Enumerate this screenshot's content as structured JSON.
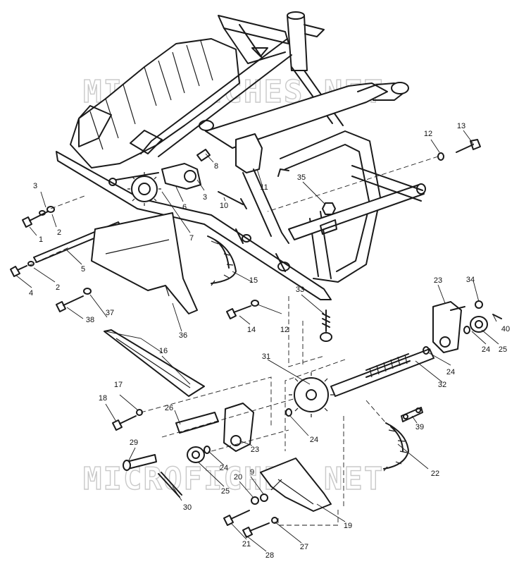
{
  "watermark": {
    "text": "MICROFICHES.NET",
    "color": "#c9c9c9"
  },
  "callouts": [
    {
      "id": "c1",
      "label": "1"
    },
    {
      "id": "c2a",
      "label": "2"
    },
    {
      "id": "c2b",
      "label": "2"
    },
    {
      "id": "c3a",
      "label": "3"
    },
    {
      "id": "c3b",
      "label": "3"
    },
    {
      "id": "c4",
      "label": "4"
    },
    {
      "id": "c5",
      "label": "5"
    },
    {
      "id": "c6",
      "label": "6"
    },
    {
      "id": "c7",
      "label": "7"
    },
    {
      "id": "c8",
      "label": "8"
    },
    {
      "id": "c9",
      "label": "9"
    },
    {
      "id": "c10",
      "label": "10"
    },
    {
      "id": "c11",
      "label": "11"
    },
    {
      "id": "c12a",
      "label": "12"
    },
    {
      "id": "c12b",
      "label": "12"
    },
    {
      "id": "c13",
      "label": "13"
    },
    {
      "id": "c14",
      "label": "14"
    },
    {
      "id": "c15",
      "label": "15"
    },
    {
      "id": "c16",
      "label": "16"
    },
    {
      "id": "c17",
      "label": "17"
    },
    {
      "id": "c18",
      "label": "18"
    },
    {
      "id": "c19",
      "label": "19"
    },
    {
      "id": "c20",
      "label": "20"
    },
    {
      "id": "c21",
      "label": "21"
    },
    {
      "id": "c22",
      "label": "22"
    },
    {
      "id": "c23a",
      "label": "23"
    },
    {
      "id": "c23b",
      "label": "23"
    },
    {
      "id": "c24a",
      "label": "24"
    },
    {
      "id": "c24b",
      "label": "24"
    },
    {
      "id": "c24c",
      "label": "24"
    },
    {
      "id": "c24d",
      "label": "24"
    },
    {
      "id": "c25a",
      "label": "25"
    },
    {
      "id": "c25b",
      "label": "25"
    },
    {
      "id": "c26",
      "label": "26"
    },
    {
      "id": "c27",
      "label": "27"
    },
    {
      "id": "c28",
      "label": "28"
    },
    {
      "id": "c29",
      "label": "29"
    },
    {
      "id": "c30",
      "label": "30"
    },
    {
      "id": "c31",
      "label": "31"
    },
    {
      "id": "c32",
      "label": "32"
    },
    {
      "id": "c33",
      "label": "33"
    },
    {
      "id": "c34",
      "label": "34"
    },
    {
      "id": "c35",
      "label": "35"
    },
    {
      "id": "c36",
      "label": "36"
    },
    {
      "id": "c37",
      "label": "37"
    },
    {
      "id": "c38",
      "label": "38"
    },
    {
      "id": "c39",
      "label": "39"
    },
    {
      "id": "c40",
      "label": "40"
    }
  ]
}
